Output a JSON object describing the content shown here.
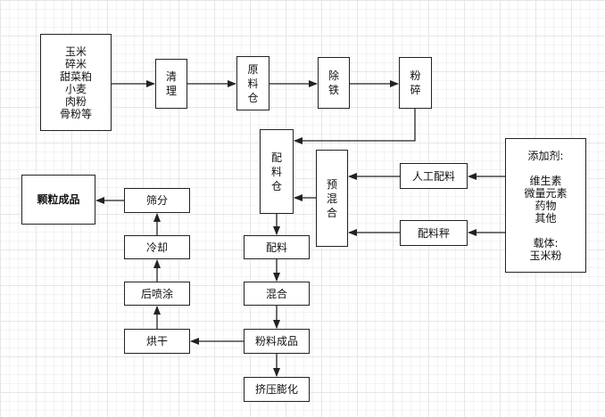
{
  "nodes": {
    "raw_materials": "玉米\n碎米\n甜菜粕\n小麦\n肉粉\n骨粉等",
    "cleaning": "清理",
    "raw_silo": "原料仓",
    "iron_removal": "除铁",
    "crushing": "粉碎",
    "batching_silo": "配料仓",
    "premix": "预混合",
    "manual_batching": "人工配料",
    "batching_scale": "配料秤",
    "additives": "添加剂:\n\n维生素\n微量元素\n药物\n其他\n\n载体:\n玉米粉",
    "batching": "配料",
    "mixing": "混合",
    "mash_product": "粉料成品",
    "extrusion": "挤压膨化",
    "drying": "烘干",
    "post_coating": "后喷涂",
    "cooling": "冷却",
    "screening": "筛分",
    "pellet_product": "颗粒成品"
  }
}
